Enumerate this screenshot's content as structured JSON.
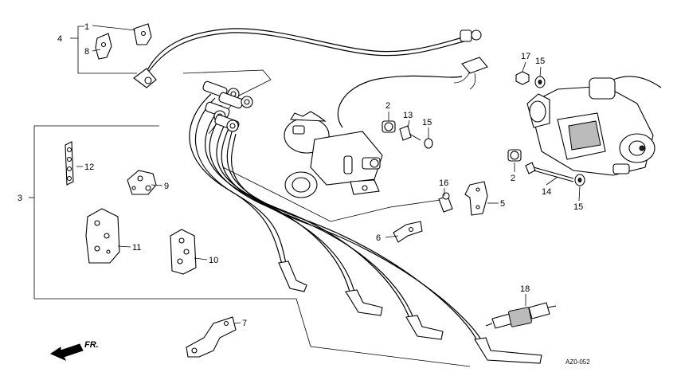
{
  "diagram_code": "AZ0-052",
  "direction_label": "FR.",
  "callouts": {
    "c1": "1",
    "c2a": "2",
    "c2b": "2",
    "c3": "3",
    "c4": "4",
    "c5": "5",
    "c6": "6",
    "c7": "7",
    "c8": "8",
    "c9": "9",
    "c10": "10",
    "c11": "11",
    "c12": "12",
    "c13": "13",
    "c14": "14",
    "c15a": "15",
    "c15b": "15",
    "c15c": "15",
    "c16": "16",
    "c17": "17",
    "c18": "18"
  }
}
